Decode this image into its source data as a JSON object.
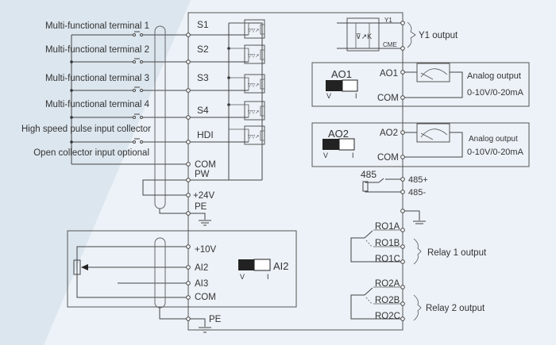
{
  "colors": {
    "background": "#edf2f8",
    "background_band": "#dce6ee",
    "line": "#444444",
    "text": "#333333"
  },
  "inputs": {
    "labels": [
      "Multi-functional terminal 1",
      "Multi-functional terminal 2",
      "Multi-functional terminal 3",
      "Multi-functional terminal 4",
      "High speed pulse input collector",
      "Open collector input optional"
    ],
    "terminals": [
      "S1",
      "S2",
      "S3",
      "S4",
      "HDI"
    ],
    "com": "COM",
    "pw": "PW",
    "v24": "+24V",
    "pe": "PE"
  },
  "analog_in": {
    "v10": "+10V",
    "ai2": "AI2",
    "ai3": "AI3",
    "com": "COM",
    "pe": "PE",
    "switch_label": "AI2",
    "switch_v": "V",
    "switch_i": "I"
  },
  "y1": {
    "y1": "Y1",
    "cme": "CME",
    "label": "Y1 output"
  },
  "ao1": {
    "title": "AO1",
    "switch_v": "V",
    "switch_i": "I",
    "term": "AO1",
    "com": "COM",
    "label1": "Analog output",
    "label2": "0-10V/0-20mA"
  },
  "ao2": {
    "title": "AO2",
    "switch_v": "V",
    "switch_i": "I",
    "term": "AO2",
    "com": "COM",
    "label1": "Analog output",
    "label2": "0-10V/0-20mA"
  },
  "rs485": {
    "label": "485",
    "plus": "485+",
    "minus": "485-"
  },
  "relay1": {
    "a": "RO1A",
    "b": "RO1B",
    "c": "RO1C",
    "label": "Relay 1 output"
  },
  "relay2": {
    "a": "RO2A",
    "b": "RO2B",
    "c": "RO2C",
    "label": "Relay 2 output"
  }
}
